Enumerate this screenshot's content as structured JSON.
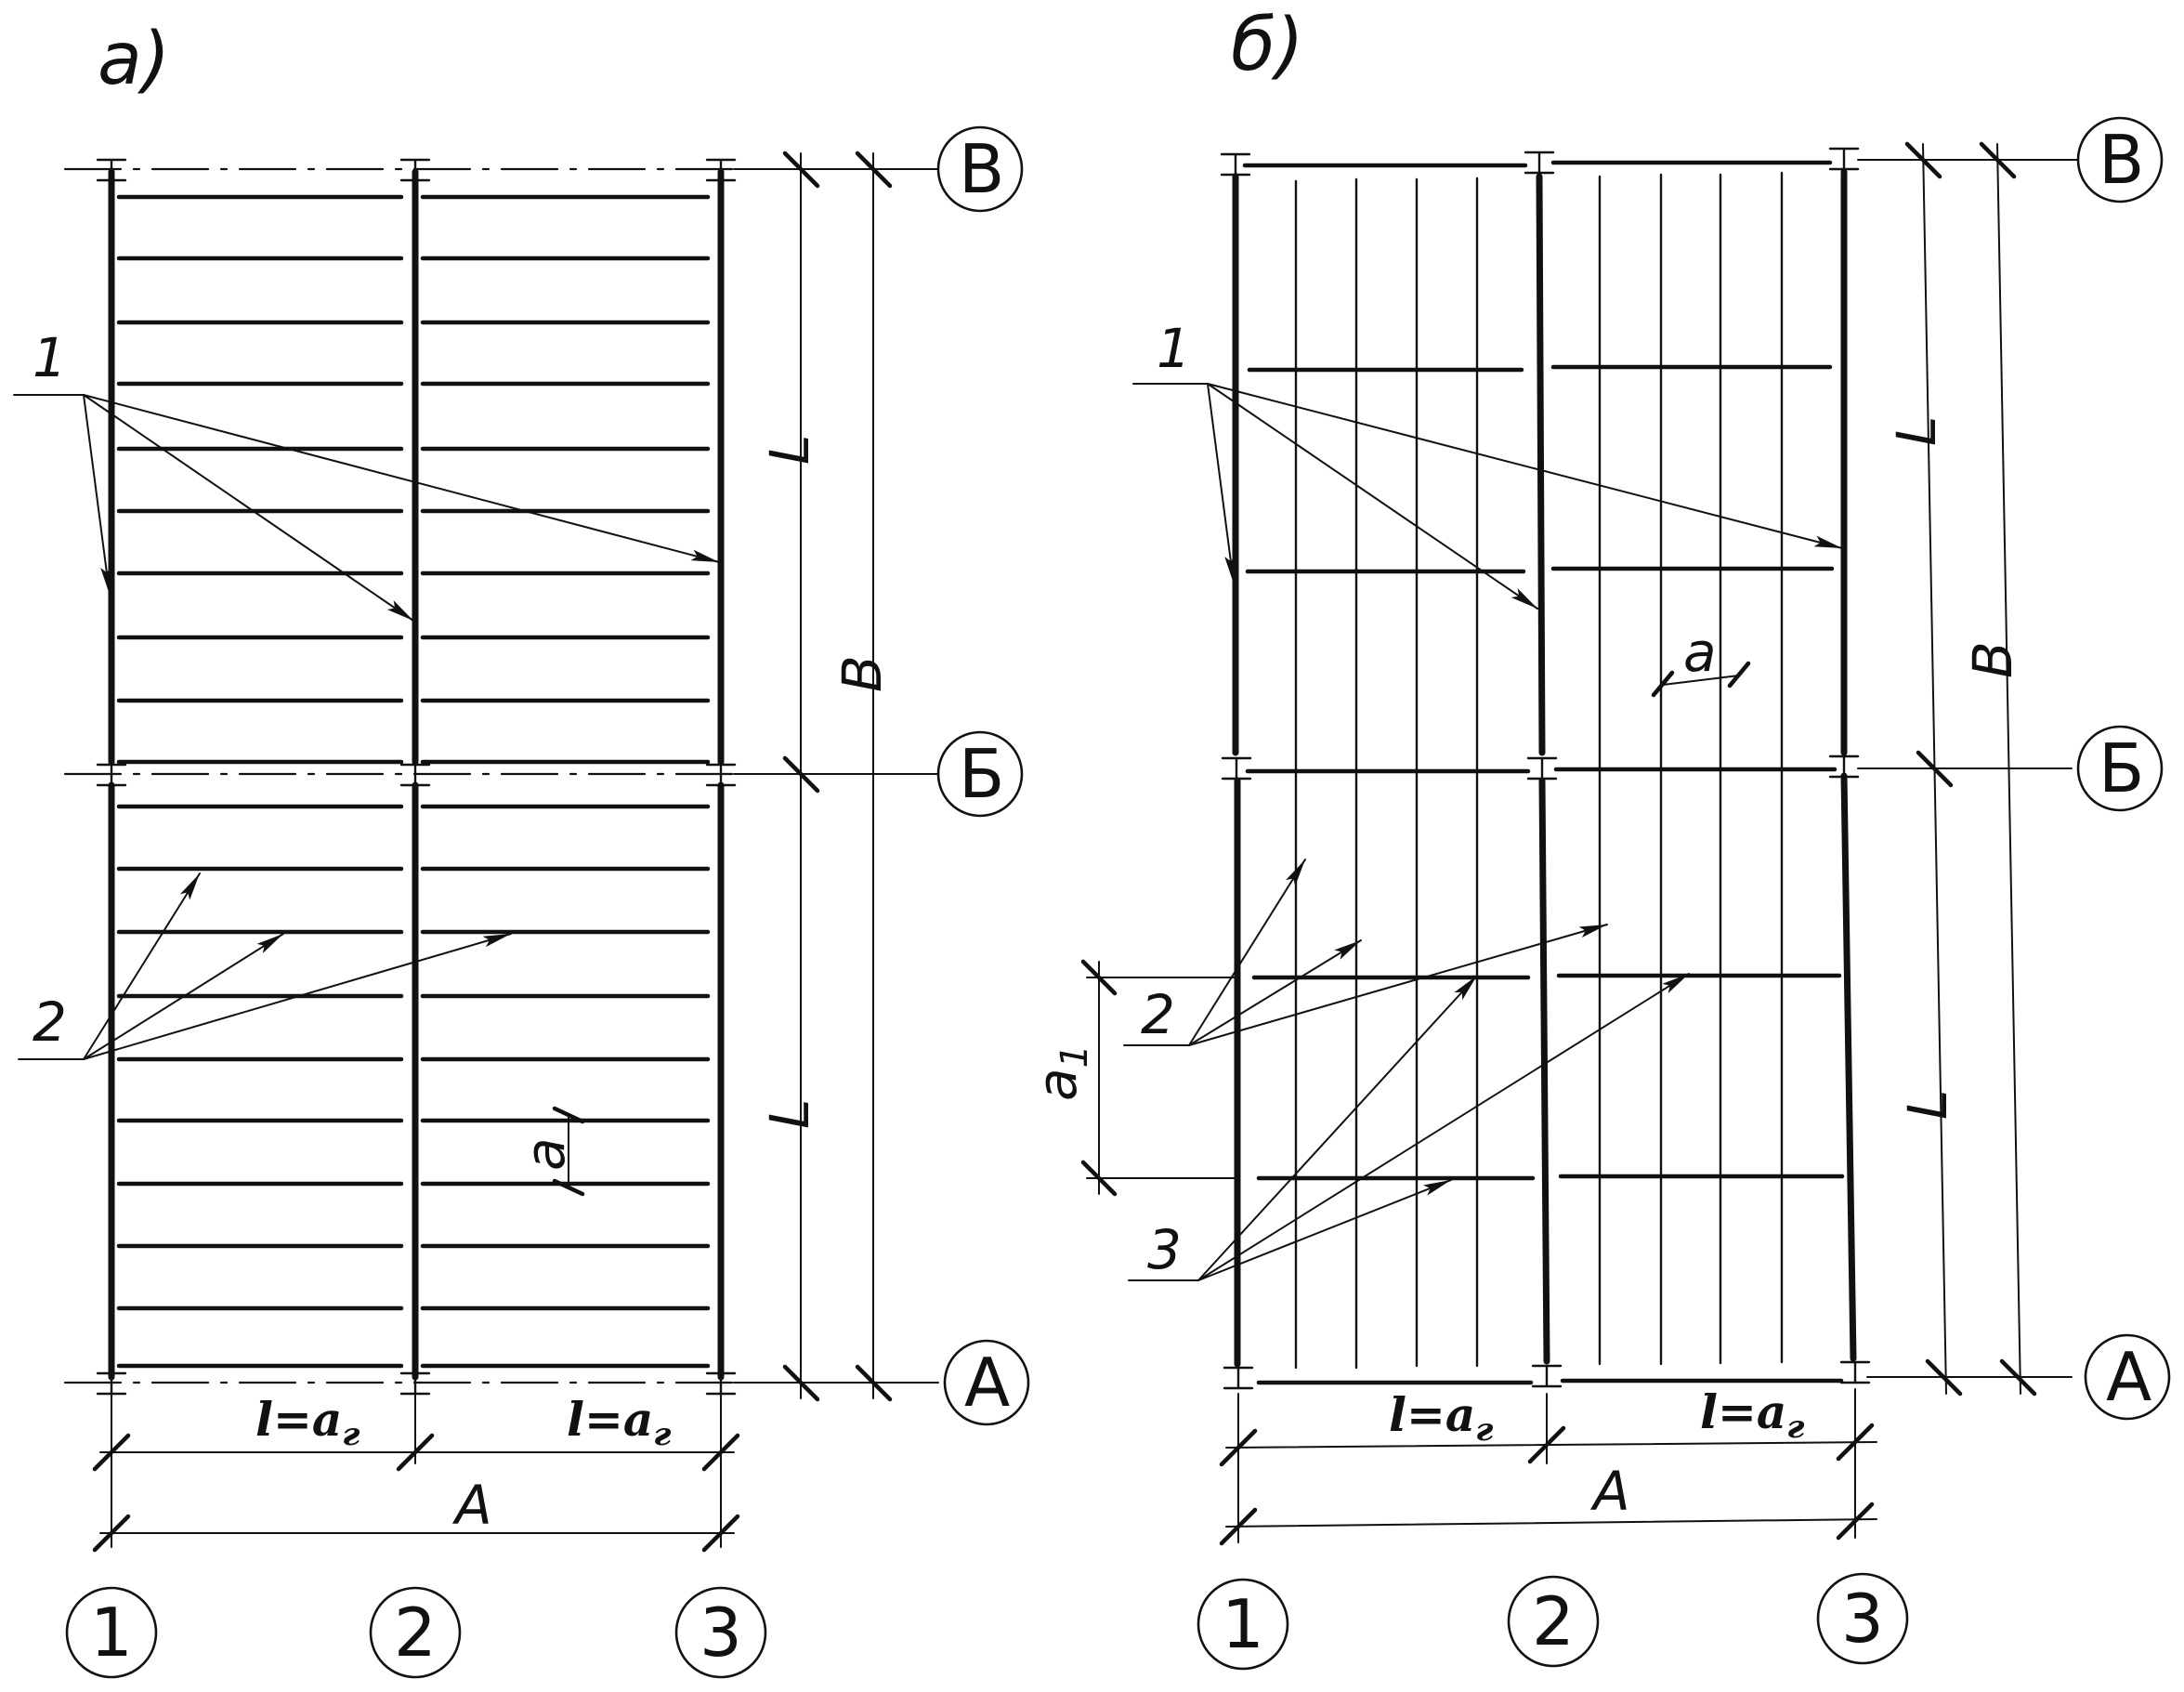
{
  "panels": [
    {
      "id": "a",
      "letter": "а)",
      "column_labels": [
        "1",
        "2",
        "3"
      ],
      "row_labels": [
        "В",
        "Б",
        "А"
      ],
      "span_labels": [
        "l=aг",
        "l=aг"
      ],
      "overall_width_label": "A",
      "height_labels": [
        "L",
        "L"
      ],
      "overall_height_label": "B",
      "spacing_label": "a",
      "callouts": [
        "1",
        "2"
      ]
    },
    {
      "id": "b",
      "letter": "б)",
      "column_labels": [
        "1",
        "2",
        "3"
      ],
      "row_labels": [
        "В",
        "Б",
        "А"
      ],
      "span_labels": [
        "l=aг",
        "l=aг"
      ],
      "overall_width_label": "A",
      "height_labels": [
        "L",
        "L"
      ],
      "overall_height_label": "B",
      "spacing_label": "a",
      "secondary_spacing_label": "a1",
      "callouts": [
        "1",
        "2",
        "3"
      ]
    }
  ]
}
